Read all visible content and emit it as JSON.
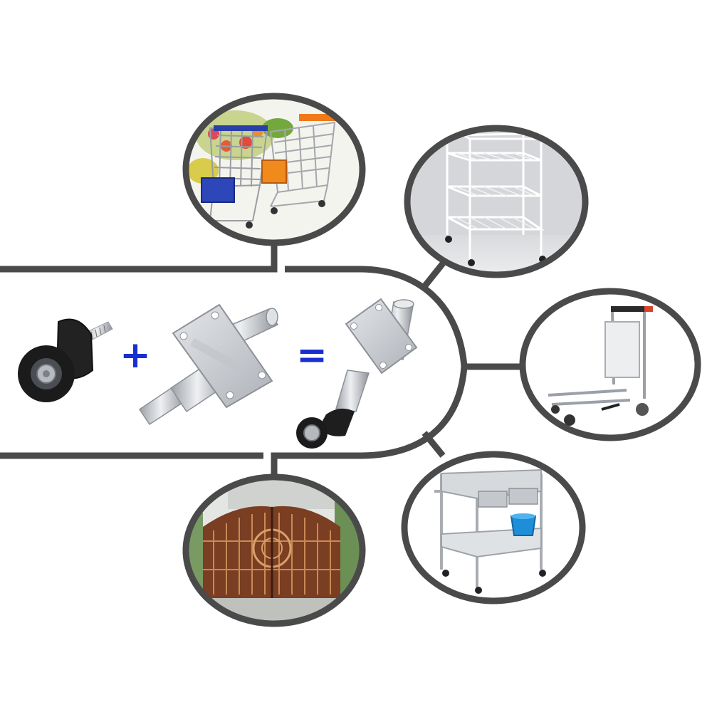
{
  "diagram": {
    "equation": {
      "plus_symbol": "+",
      "equals_symbol": "=",
      "symbol_color": "#1a2fd0"
    },
    "parts": [
      {
        "id": "swivel-caster",
        "name": "swivel-caster-wheel"
      },
      {
        "id": "spring-mount",
        "name": "spring-loaded-plate-mount"
      },
      {
        "id": "assembled-caster",
        "name": "spring-caster-assembly"
      }
    ],
    "applications": [
      {
        "id": "shopping-carts",
        "name": "shopping-carts-photo"
      },
      {
        "id": "wire-shelf-cart",
        "name": "wire-shelf-cart-photo"
      },
      {
        "id": "luggage-trolley",
        "name": "luggage-trolley-photo"
      },
      {
        "id": "medical-trolley",
        "name": "stainless-medical-trolley-photo"
      },
      {
        "id": "sliding-gate",
        "name": "ornamental-gate-photo"
      }
    ],
    "colors": {
      "connector": "#4a4a4a",
      "metal": "#c9ccd1",
      "metal_dark": "#8c9096",
      "rubber": "#1b1b1b"
    }
  }
}
